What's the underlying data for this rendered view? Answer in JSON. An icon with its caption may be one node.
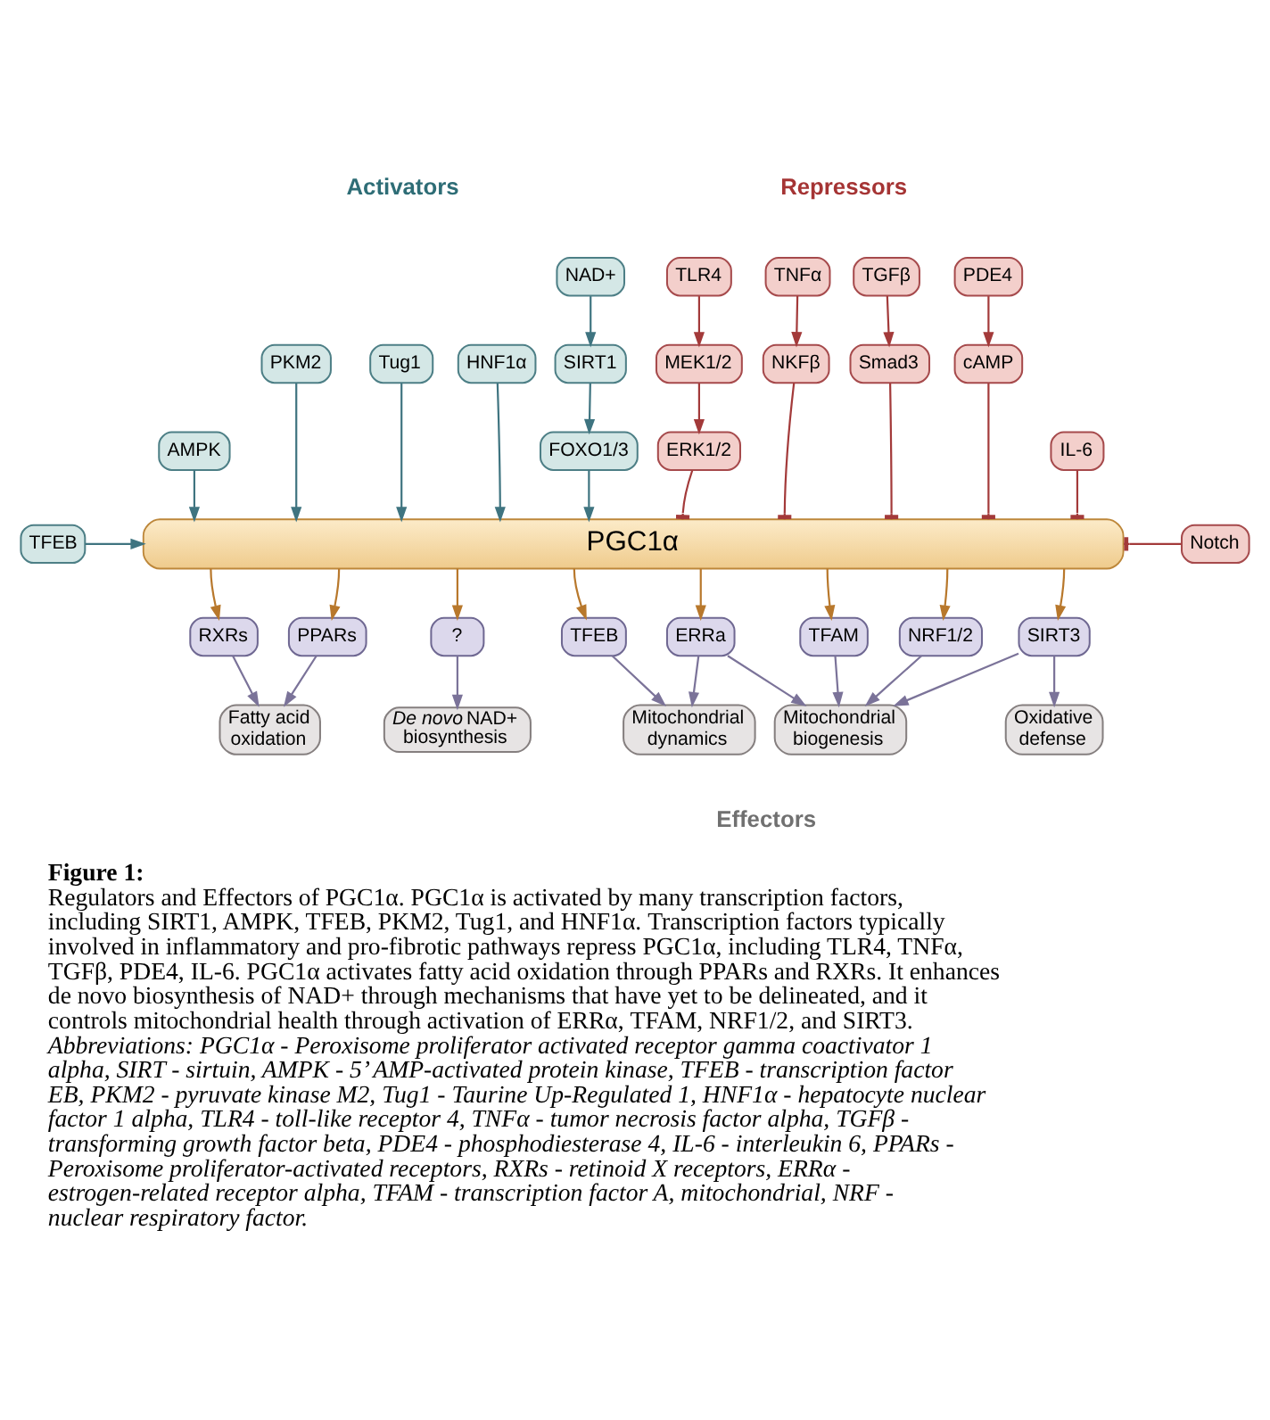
{
  "diagram": {
    "caption": "**Figure 1:** Regulators and Effectors of PGC1α. PGC1α is activated by many transcription factors, including SIRT1, AMPK, TFEB, PKM2, Tug1, and HNF1α. Transcription factors typically involved in inflammatory and pro-fibrotic pathways repress PGC1α, including TLR4, TNFα, TGFβ, PDE4, IL-6. PGC1α activates fatty acid oxidation through PPARs and RXRs. It enhances de novo biosynthesis of NAD+ through mechanisms that have yet to be delineated, and it controls mitochondrial health through activation of ERRα, TFAM, NRF1/2, and SIRT3. *Abbreviations: PGC1α - Peroxisome proliferator activated receptor gamma coactivator 1 alpha, SIRT - sirtuin, AMPK - 5’ AMP-activated protein kinase, TFEB - transcription factor EB, PKM2 - pyruvate kinase M2, Tug1 - Taurine Up-Regulated 1, HNF1α - hepatocyte nuclear factor 1 alpha, TLR4 - toll-like receptor 4, TNFα - tumor necrosis factor alpha, TGFβ - transforming growth factor beta, PDE4 - phosphodiesterase 4, IL-6 - interleukin 6, PPARs - Peroxisome proliferator-activated receptors, RXRs - retinoid X receptors, ERRα - estrogen-related receptor alpha, TFAM - transcription factor A, mitochondrial, NRF - nuclear respiratory factor.*",
    "nodes": [
      {
        "text": [
          "NAD+"
        ]
      },
      {
        "text": [
          "TLR4"
        ]
      },
      {
        "text": [
          "TNFα"
        ]
      },
      {
        "text": [
          "TGFβ"
        ]
      },
      {
        "text": [
          "PDE4"
        ]
      },
      {
        "text": [
          "PKM2"
        ]
      },
      {
        "text": [
          "Tug1"
        ]
      },
      {
        "text": [
          "HNF1α"
        ]
      },
      {
        "text": [
          "SIRT1"
        ]
      },
      {
        "text": [
          "MEK1/2"
        ]
      },
      {
        "text": [
          "NKFβ"
        ]
      },
      {
        "text": [
          "Smad3"
        ]
      },
      {
        "text": [
          "cAMP"
        ]
      },
      {
        "text": [
          "AMPK"
        ]
      },
      {
        "text": [
          "FOXO1/3"
        ]
      },
      {
        "text": [
          "ERK1/2"
        ]
      },
      {
        "text": [
          "IL-6"
        ]
      },
      {
        "text": [
          "TFEB"
        ]
      },
      {
        "text": [
          "PGC1α"
        ]
      },
      {
        "text": [
          "Notch"
        ]
      },
      {
        "text": [
          "RXRs"
        ]
      },
      {
        "text": [
          "PPARs"
        ]
      },
      {
        "text": [
          "?"
        ]
      },
      {
        "text": [
          "TFEB"
        ]
      },
      {
        "text": [
          "ERRa"
        ]
      },
      {
        "text": [
          "TFAM"
        ]
      },
      {
        "text": [
          "NRF1/2"
        ]
      },
      {
        "text": [
          "SIRT3"
        ]
      },
      {
        "text": [
          "Fatty acid oxidation"
        ]
      },
      {
        "text": [
          "*De novo* NAD+ biosynthesis"
        ]
      },
      {
        "text": [
          "Mitochondrial dynamics"
        ]
      },
      {
        "text": [
          "Mitochondrial biogenesis"
        ]
      },
      {
        "text": [
          "Oxidative defense"
        ]
      }
    ],
    "edges": [
      {
        "from": 0,
        "to": 8,
        "arrow": "to",
        "color": "#3f7480"
      },
      {
        "from": 8,
        "to": 14,
        "arrow": "to",
        "color": "#3f7480"
      },
      {
        "from": 14,
        "to": 18,
        "arrow": "to",
        "color": "#3f7480"
      },
      {
        "from": 5,
        "to": 18,
        "arrow": "to",
        "color": "#3f7480"
      },
      {
        "from": 6,
        "to": 18,
        "arrow": "to",
        "color": "#3f7480"
      },
      {
        "from": 7,
        "to": 18,
        "arrow": "to",
        "color": "#3f7480"
      },
      {
        "from": 13,
        "to": 18,
        "arrow": "to",
        "color": "#3f7480"
      },
      {
        "from": 17,
        "to": 18,
        "arrow": "to",
        "color": "#3f7480"
      },
      {
        "from": 1,
        "to": 9,
        "arrow": "to",
        "color": "#a33a3a"
      },
      {
        "from": 9,
        "to": 15,
        "arrow": "to",
        "color": "#a33a3a"
      },
      {
        "from": 15,
        "to": 18,
        "arrow": "other",
        "color": "#a33a3a"
      },
      {
        "from": 2,
        "to": 10,
        "arrow": "to",
        "color": "#a33a3a"
      },
      {
        "from": 10,
        "to": 18,
        "arrow": "other",
        "color": "#a33a3a"
      },
      {
        "from": 3,
        "to": 11,
        "arrow": "to",
        "color": "#a33a3a"
      },
      {
        "from": 11,
        "to": 18,
        "arrow": "other",
        "color": "#a33a3a"
      },
      {
        "from": 4,
        "to": 12,
        "arrow": "to",
        "color": "#a33a3a"
      },
      {
        "from": 12,
        "to": 18,
        "arrow": "other",
        "color": "#a33a3a"
      },
      {
        "from": 16,
        "to": 18,
        "arrow": "other",
        "color": "#a33a3a"
      },
      {
        "from": 19,
        "to": 18,
        "arrow": "other",
        "color": "#a33a3a"
      },
      {
        "from": 18,
        "to": 20,
        "arrow": "to",
        "color": "#b8782c"
      },
      {
        "from": 18,
        "to": 21,
        "arrow": "to",
        "color": "#b8782c"
      },
      {
        "from": 18,
        "to": 22,
        "arrow": "to",
        "color": "#b8782c"
      },
      {
        "from": 18,
        "to": 23,
        "arrow": "to",
        "color": "#b8782c"
      },
      {
        "from": 18,
        "to": 24,
        "arrow": "to",
        "color": "#b8782c"
      },
      {
        "from": 18,
        "to": 25,
        "arrow": "to",
        "color": "#b8782c"
      },
      {
        "from": 18,
        "to": 26,
        "arrow": "to",
        "color": "#b8782c"
      },
      {
        "from": 18,
        "to": 27,
        "arrow": "to",
        "color": "#b8782c"
      },
      {
        "from": 20,
        "to": 28,
        "arrow": "to",
        "color": "#7b7399"
      },
      {
        "from": 21,
        "to": 28,
        "arrow": "to",
        "color": "#7b7399"
      },
      {
        "from": 22,
        "to": 29,
        "arrow": "to",
        "color": "#7b7399"
      },
      {
        "from": 23,
        "to": 30,
        "arrow": "to",
        "color": "#7b7399"
      },
      {
        "from": 24,
        "to": 30,
        "arrow": "to",
        "color": "#7b7399"
      },
      {
        "from": 24,
        "to": 31,
        "arrow": "to",
        "color": "#7b7399"
      },
      {
        "from": 25,
        "to": 31,
        "arrow": "to",
        "color": "#7b7399"
      },
      {
        "from": 26,
        "to": 31,
        "arrow": "to",
        "color": "#7b7399"
      },
      {
        "from": 27,
        "to": 31,
        "arrow": "to",
        "color": "#7b7399"
      },
      {
        "from": 27,
        "to": 32,
        "arrow": "to",
        "color": "#7b7399"
      }
    ],
    "labels": [
      "Activators",
      "Repressors",
      "Effectors"
    ]
  }
}
